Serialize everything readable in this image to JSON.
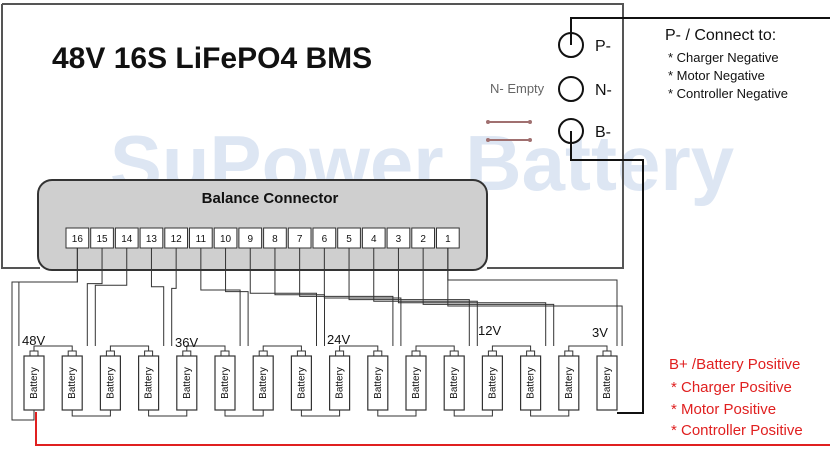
{
  "title": "48V 16S LiFePO4 BMS",
  "watermark": "SuPower Battery",
  "balance_connector": {
    "label": "Balance Connector",
    "pins": [
      "16",
      "15",
      "14",
      "13",
      "12",
      "11",
      "10",
      "9",
      "8",
      "7",
      "6",
      "5",
      "4",
      "3",
      "2",
      "1"
    ]
  },
  "terminals": {
    "p_minus": "P-",
    "n_minus": "N-",
    "b_minus": "B-",
    "n_empty_note": "N- Empty"
  },
  "p_minus_info": {
    "heading": "P- / Connect to:",
    "items": [
      "* Charger Negative",
      "* Motor Negative",
      "* Controller Negative"
    ]
  },
  "b_plus_info": {
    "heading": "B+ /Battery Positive",
    "items": [
      "* Charger Positive",
      "* Motor Positive",
      "* Controller Positive"
    ]
  },
  "voltage_labels": {
    "v48": "48V",
    "v36": "36V",
    "v24": "24V",
    "v12": "12V",
    "v3": "3V"
  },
  "battery_label": "Battery",
  "battery_count": 16,
  "colors": {
    "wire": "#333333",
    "positive_wire": "#e02020",
    "connector_fill": "#cfcfcf",
    "watermark": "#dde6f3",
    "negative_text": "#111111",
    "positive_text": "#e02020",
    "bridge_line": "#a07070"
  }
}
